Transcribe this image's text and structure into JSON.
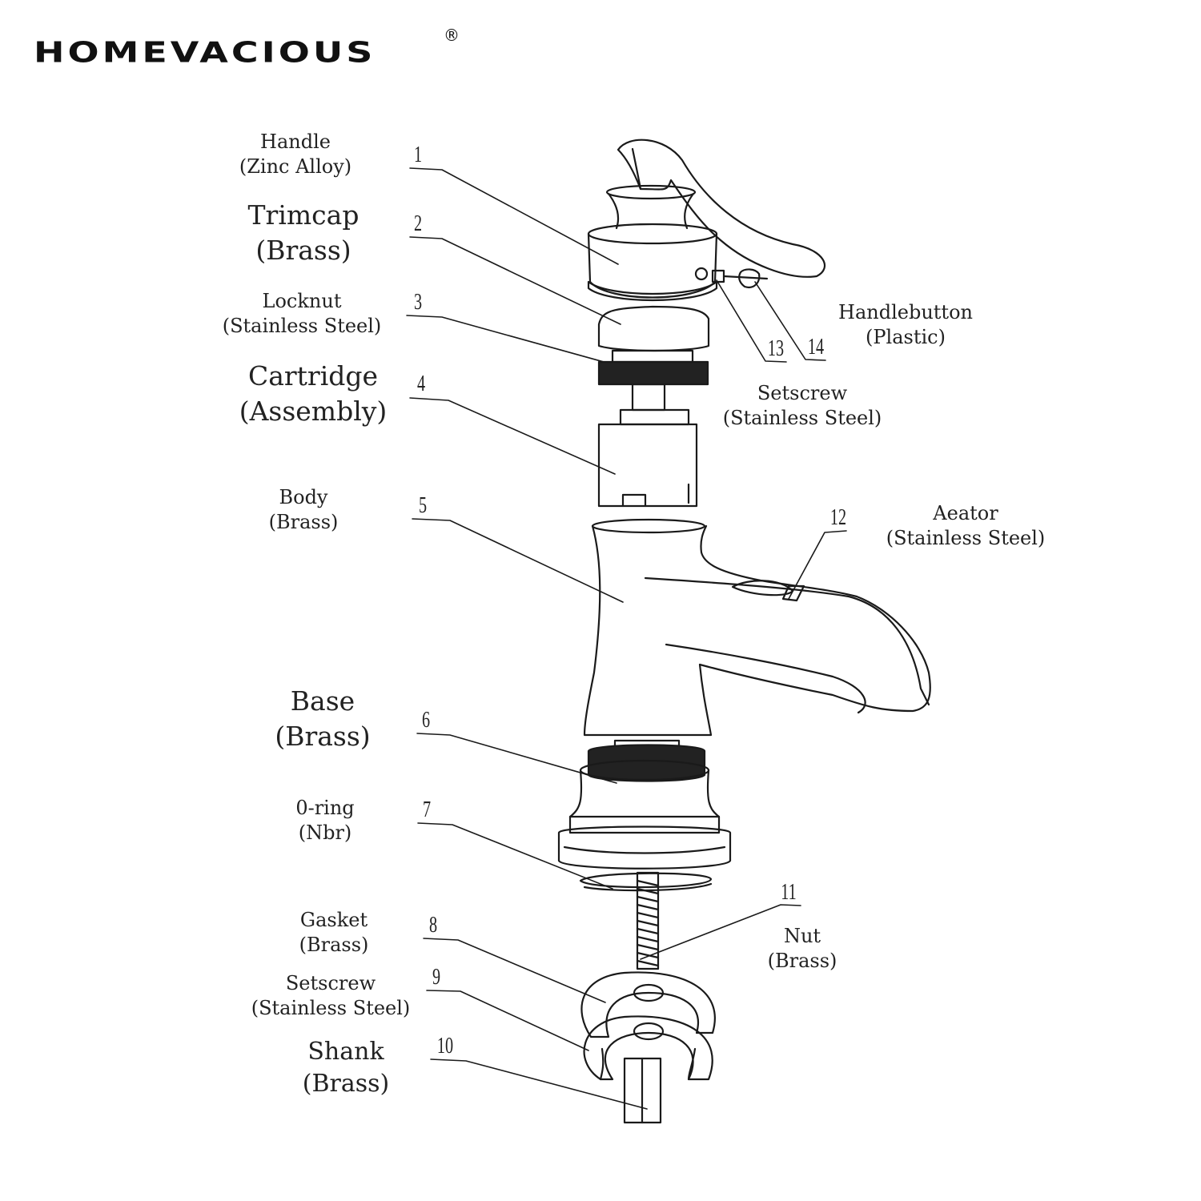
{
  "brand": {
    "name": "HOMEVACIOUS",
    "registered_mark": "®"
  },
  "parts": [
    {
      "number": "1",
      "name": "Handle",
      "material": "(Zinc Alloy)"
    },
    {
      "number": "2",
      "name": "Trimcap",
      "material": "(Brass)"
    },
    {
      "number": "3",
      "name": "Locknut",
      "material": "(Stainless Steel)"
    },
    {
      "number": "4",
      "name": "Cartridge",
      "material": "(Assembly)"
    },
    {
      "number": "5",
      "name": "Body",
      "material": "(Brass)"
    },
    {
      "number": "6",
      "name": "Base",
      "material": "(Brass)"
    },
    {
      "number": "7",
      "name": "0-ring",
      "material": "(Nbr)"
    },
    {
      "number": "8",
      "name": "Gasket",
      "material": "(Brass)"
    },
    {
      "number": "9",
      "name": "Setscrew",
      "material": "(Stainless Steel)"
    },
    {
      "number": "10",
      "name": "Shank",
      "material": "(Brass)"
    },
    {
      "number": "11",
      "name": "Nut",
      "material": "(Brass)"
    },
    {
      "number": "12",
      "name": "Aeator",
      "material": "(Stainless Steel)"
    },
    {
      "number": "13",
      "name": "Setscrew",
      "material": "(Stainless Steel)"
    },
    {
      "number": "14",
      "name": "Handlebutton",
      "material": "(Plastic)"
    }
  ]
}
